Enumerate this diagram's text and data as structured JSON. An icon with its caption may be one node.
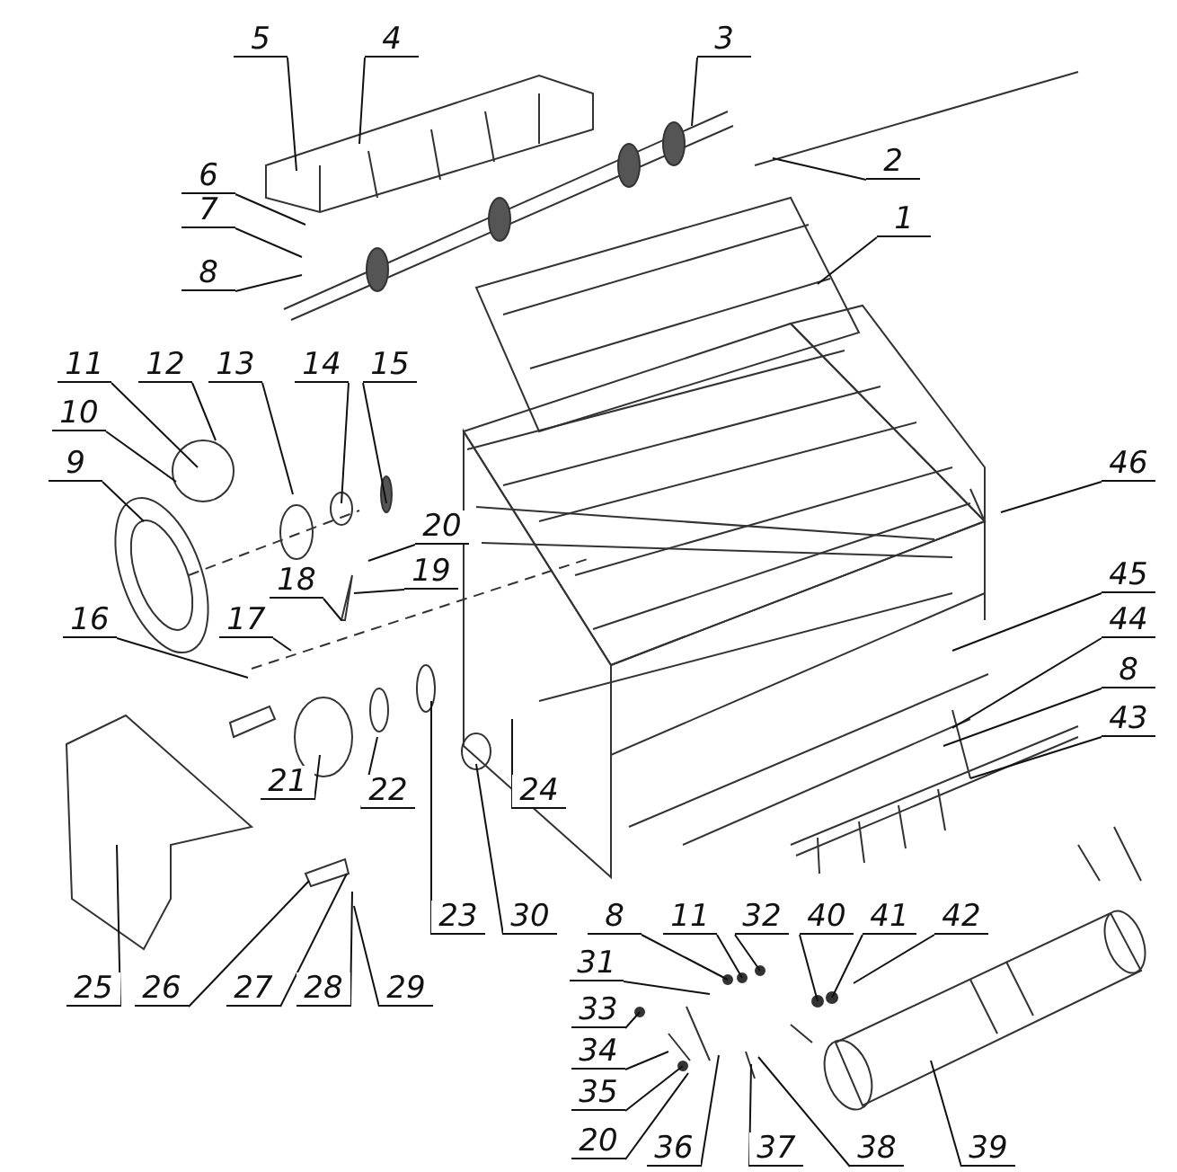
{
  "diagram": {
    "nodes": [
      {
        "text": [
          "5"
        ]
      },
      {
        "text": [
          "4"
        ]
      },
      {
        "text": [
          "3"
        ]
      },
      {
        "text": [
          "2"
        ]
      },
      {
        "text": [
          "1"
        ]
      },
      {
        "text": [
          "6"
        ]
      },
      {
        "text": [
          "7"
        ]
      },
      {
        "text": [
          "8"
        ]
      },
      {
        "text": [
          "11"
        ]
      },
      {
        "text": [
          "12"
        ]
      },
      {
        "text": [
          "13"
        ]
      },
      {
        "text": [
          "14"
        ]
      },
      {
        "text": [
          "15"
        ]
      },
      {
        "text": [
          "10"
        ]
      },
      {
        "text": [
          "9"
        ]
      },
      {
        "text": [
          "46"
        ]
      },
      {
        "text": [
          "20"
        ]
      },
      {
        "text": [
          "19"
        ]
      },
      {
        "text": [
          "18"
        ]
      },
      {
        "text": [
          "17"
        ]
      },
      {
        "text": [
          "16"
        ]
      },
      {
        "text": [
          "45"
        ]
      },
      {
        "text": [
          "44"
        ]
      },
      {
        "text": [
          "8"
        ]
      },
      {
        "text": [
          "43"
        ]
      },
      {
        "text": [
          "21"
        ]
      },
      {
        "text": [
          "22"
        ]
      },
      {
        "text": [
          "24"
        ]
      },
      {
        "text": [
          "23"
        ]
      },
      {
        "text": [
          "30"
        ]
      },
      {
        "text": [
          "8"
        ]
      },
      {
        "text": [
          "11"
        ]
      },
      {
        "text": [
          "32"
        ]
      },
      {
        "text": [
          "40"
        ]
      },
      {
        "text": [
          "41"
        ]
      },
      {
        "text": [
          "42"
        ]
      },
      {
        "text": [
          "31"
        ]
      },
      {
        "text": [
          "25"
        ]
      },
      {
        "text": [
          "26"
        ]
      },
      {
        "text": [
          "27"
        ]
      },
      {
        "text": [
          "28"
        ]
      },
      {
        "text": [
          "29"
        ]
      },
      {
        "text": [
          "33"
        ]
      },
      {
        "text": [
          "34"
        ]
      },
      {
        "text": [
          "35"
        ]
      },
      {
        "text": [
          "20"
        ]
      },
      {
        "text": [
          "36"
        ]
      },
      {
        "text": [
          "37"
        ]
      },
      {
        "text": [
          "38"
        ]
      },
      {
        "text": [
          "39"
        ]
      }
    ],
    "edges": [
      {
        "from": 0,
        "to": null,
        "arrow": "none"
      },
      {
        "from": 1,
        "to": null,
        "arrow": "none"
      },
      {
        "from": 2,
        "to": null,
        "arrow": "none"
      },
      {
        "from": 3,
        "to": null,
        "arrow": "none"
      },
      {
        "from": 4,
        "to": null,
        "arrow": "none"
      },
      {
        "from": 5,
        "to": null,
        "arrow": "none"
      },
      {
        "from": 6,
        "to": null,
        "arrow": "none"
      },
      {
        "from": 7,
        "to": null,
        "arrow": "none"
      },
      {
        "from": 8,
        "to": null,
        "arrow": "none"
      },
      {
        "from": 9,
        "to": null,
        "arrow": "none"
      },
      {
        "from": 10,
        "to": null,
        "arrow": "none"
      },
      {
        "from": 11,
        "to": null,
        "arrow": "none"
      },
      {
        "from": 12,
        "to": null,
        "arrow": "none"
      },
      {
        "from": 13,
        "to": null,
        "arrow": "none"
      },
      {
        "from": 14,
        "to": null,
        "arrow": "none"
      },
      {
        "from": 15,
        "to": null,
        "arrow": "none"
      },
      {
        "from": 16,
        "to": null,
        "arrow": "none"
      },
      {
        "from": 17,
        "to": null,
        "arrow": "none"
      },
      {
        "from": 18,
        "to": null,
        "arrow": "none"
      },
      {
        "from": 19,
        "to": null,
        "arrow": "none"
      },
      {
        "from": 20,
        "to": null,
        "arrow": "none"
      },
      {
        "from": 21,
        "to": null,
        "arrow": "none"
      },
      {
        "from": 22,
        "to": null,
        "arrow": "none"
      },
      {
        "from": 23,
        "to": null,
        "arrow": "none"
      },
      {
        "from": 24,
        "to": null,
        "arrow": "none"
      },
      {
        "from": 25,
        "to": null,
        "arrow": "none"
      },
      {
        "from": 26,
        "to": null,
        "arrow": "none"
      },
      {
        "from": 27,
        "to": null,
        "arrow": "none"
      },
      {
        "from": 28,
        "to": null,
        "arrow": "none"
      },
      {
        "from": 29,
        "to": null,
        "arrow": "none"
      },
      {
        "from": 30,
        "to": null,
        "arrow": "none"
      },
      {
        "from": 31,
        "to": null,
        "arrow": "none"
      },
      {
        "from": 32,
        "to": null,
        "arrow": "none"
      },
      {
        "from": 33,
        "to": null,
        "arrow": "none"
      },
      {
        "from": 34,
        "to": null,
        "arrow": "none"
      },
      {
        "from": 35,
        "to": null,
        "arrow": "none"
      },
      {
        "from": 36,
        "to": null,
        "arrow": "none"
      },
      {
        "from": 37,
        "to": null,
        "arrow": "none"
      },
      {
        "from": 38,
        "to": null,
        "arrow": "none"
      },
      {
        "from": 39,
        "to": null,
        "arrow": "none"
      },
      {
        "from": 40,
        "to": null,
        "arrow": "none"
      },
      {
        "from": 41,
        "to": null,
        "arrow": "none"
      },
      {
        "from": 42,
        "to": null,
        "arrow": "none"
      },
      {
        "from": 43,
        "to": null,
        "arrow": "none"
      },
      {
        "from": 44,
        "to": null,
        "arrow": "none"
      },
      {
        "from": 45,
        "to": null,
        "arrow": "none"
      },
      {
        "from": 46,
        "to": null,
        "arrow": "none"
      },
      {
        "from": 47,
        "to": null,
        "arrow": "none"
      },
      {
        "from": 48,
        "to": null,
        "arrow": "none"
      },
      {
        "from": 49,
        "to": null,
        "arrow": "none"
      }
    ]
  }
}
